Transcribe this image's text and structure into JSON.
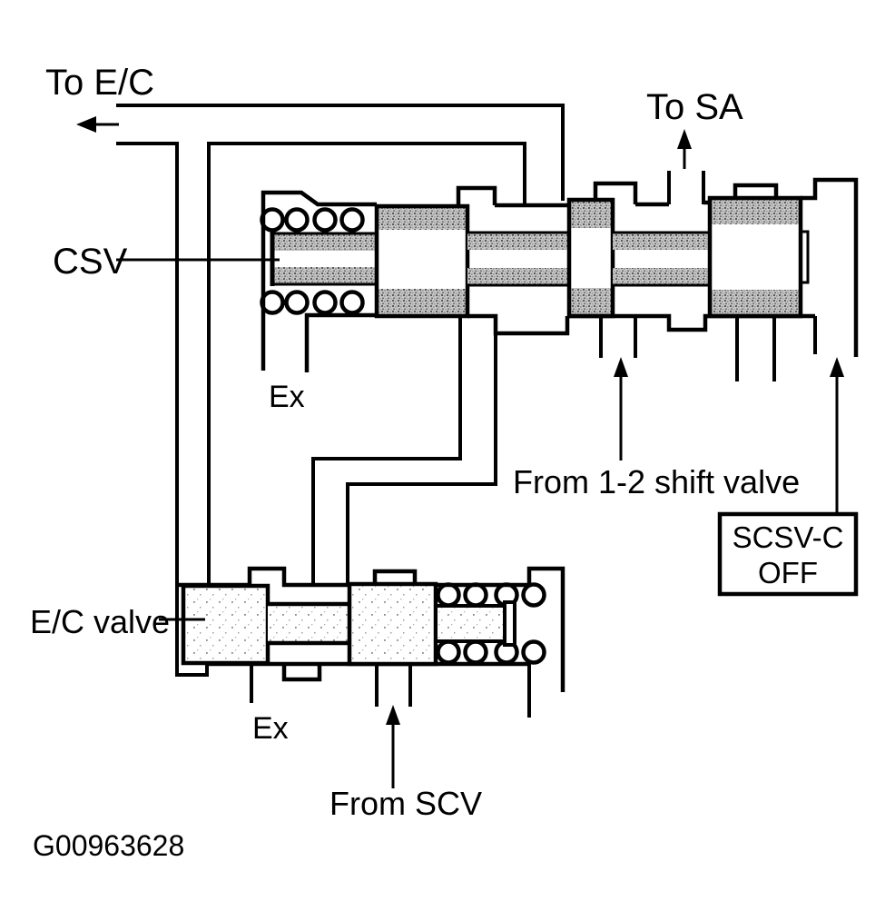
{
  "diagram": {
    "labels": {
      "to_ec": "To E/C",
      "to_sa": "To SA",
      "csv": "CSV",
      "ex_upper": "Ex",
      "from_shift_valve": "From 1-2 shift valve",
      "ec_valve": "E/C valve",
      "ex_lower": "Ex",
      "from_scv": "From SCV",
      "figure_id": "G00963628"
    },
    "solenoid_box": {
      "line1": "SCSV-C",
      "line2": "OFF"
    },
    "colors": {
      "line": "#000000",
      "background": "#ffffff",
      "stipple": "#b5b5b5"
    }
  }
}
